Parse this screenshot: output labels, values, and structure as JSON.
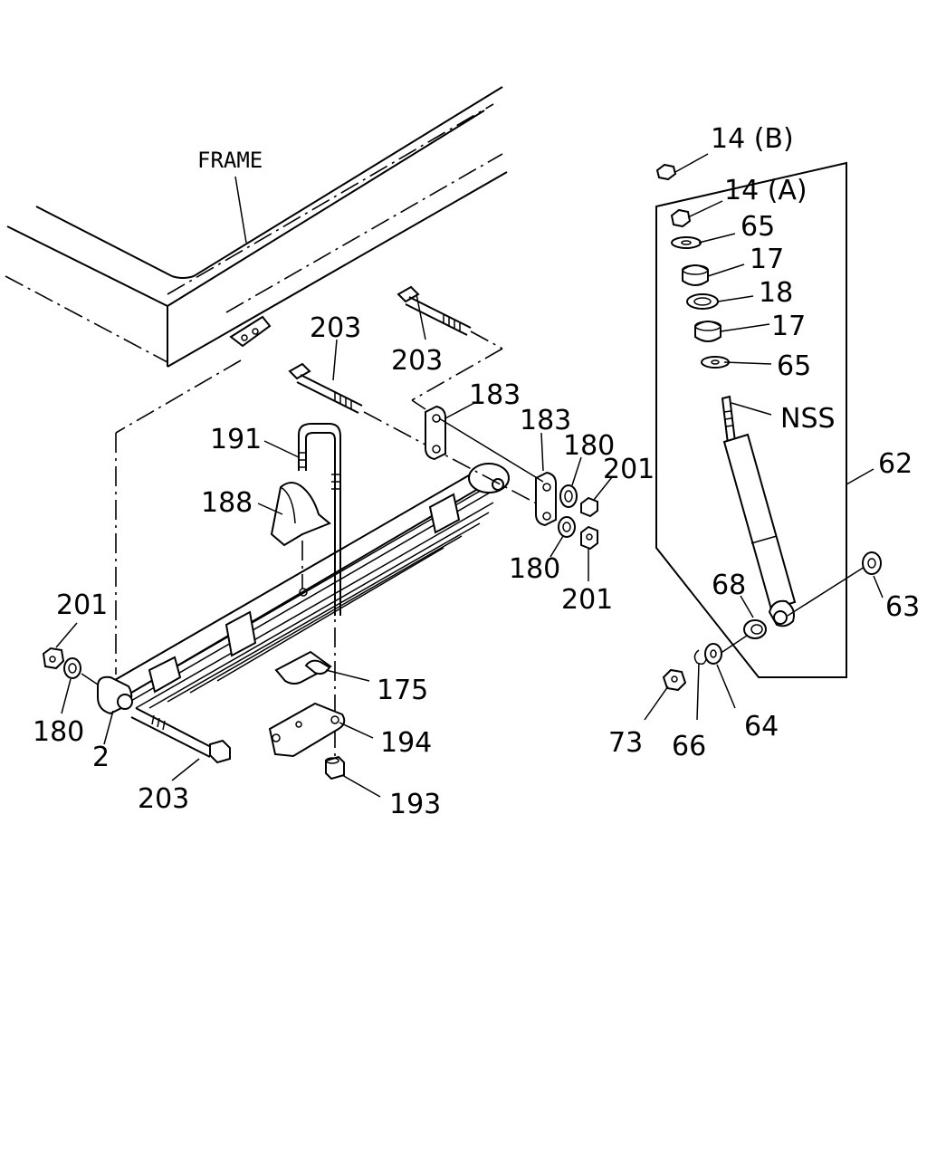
{
  "labels": {
    "frame": "FRAME",
    "p14b": "14 (B)",
    "p14a": "14 (A)",
    "p65_top": "65",
    "p17_top": "17",
    "p18": "18",
    "p17_bottom": "17",
    "p65_bottom": "65",
    "nss": "NSS",
    "p62": "62",
    "p63": "63",
    "p68": "68",
    "p64": "64",
    "p66": "66",
    "p73": "73",
    "p203_top": "203",
    "p203_mid": "203",
    "p203_bottom": "203",
    "p183_left": "183",
    "p183_right": "183",
    "p180_right_top": "180",
    "p201_right_top": "201",
    "p180_right_bottom": "180",
    "p201_right_bottom": "201",
    "p191": "191",
    "p188": "188",
    "p175": "175",
    "p194": "194",
    "p193": "193",
    "p201_left": "201",
    "p180_left": "180",
    "p2": "2"
  }
}
